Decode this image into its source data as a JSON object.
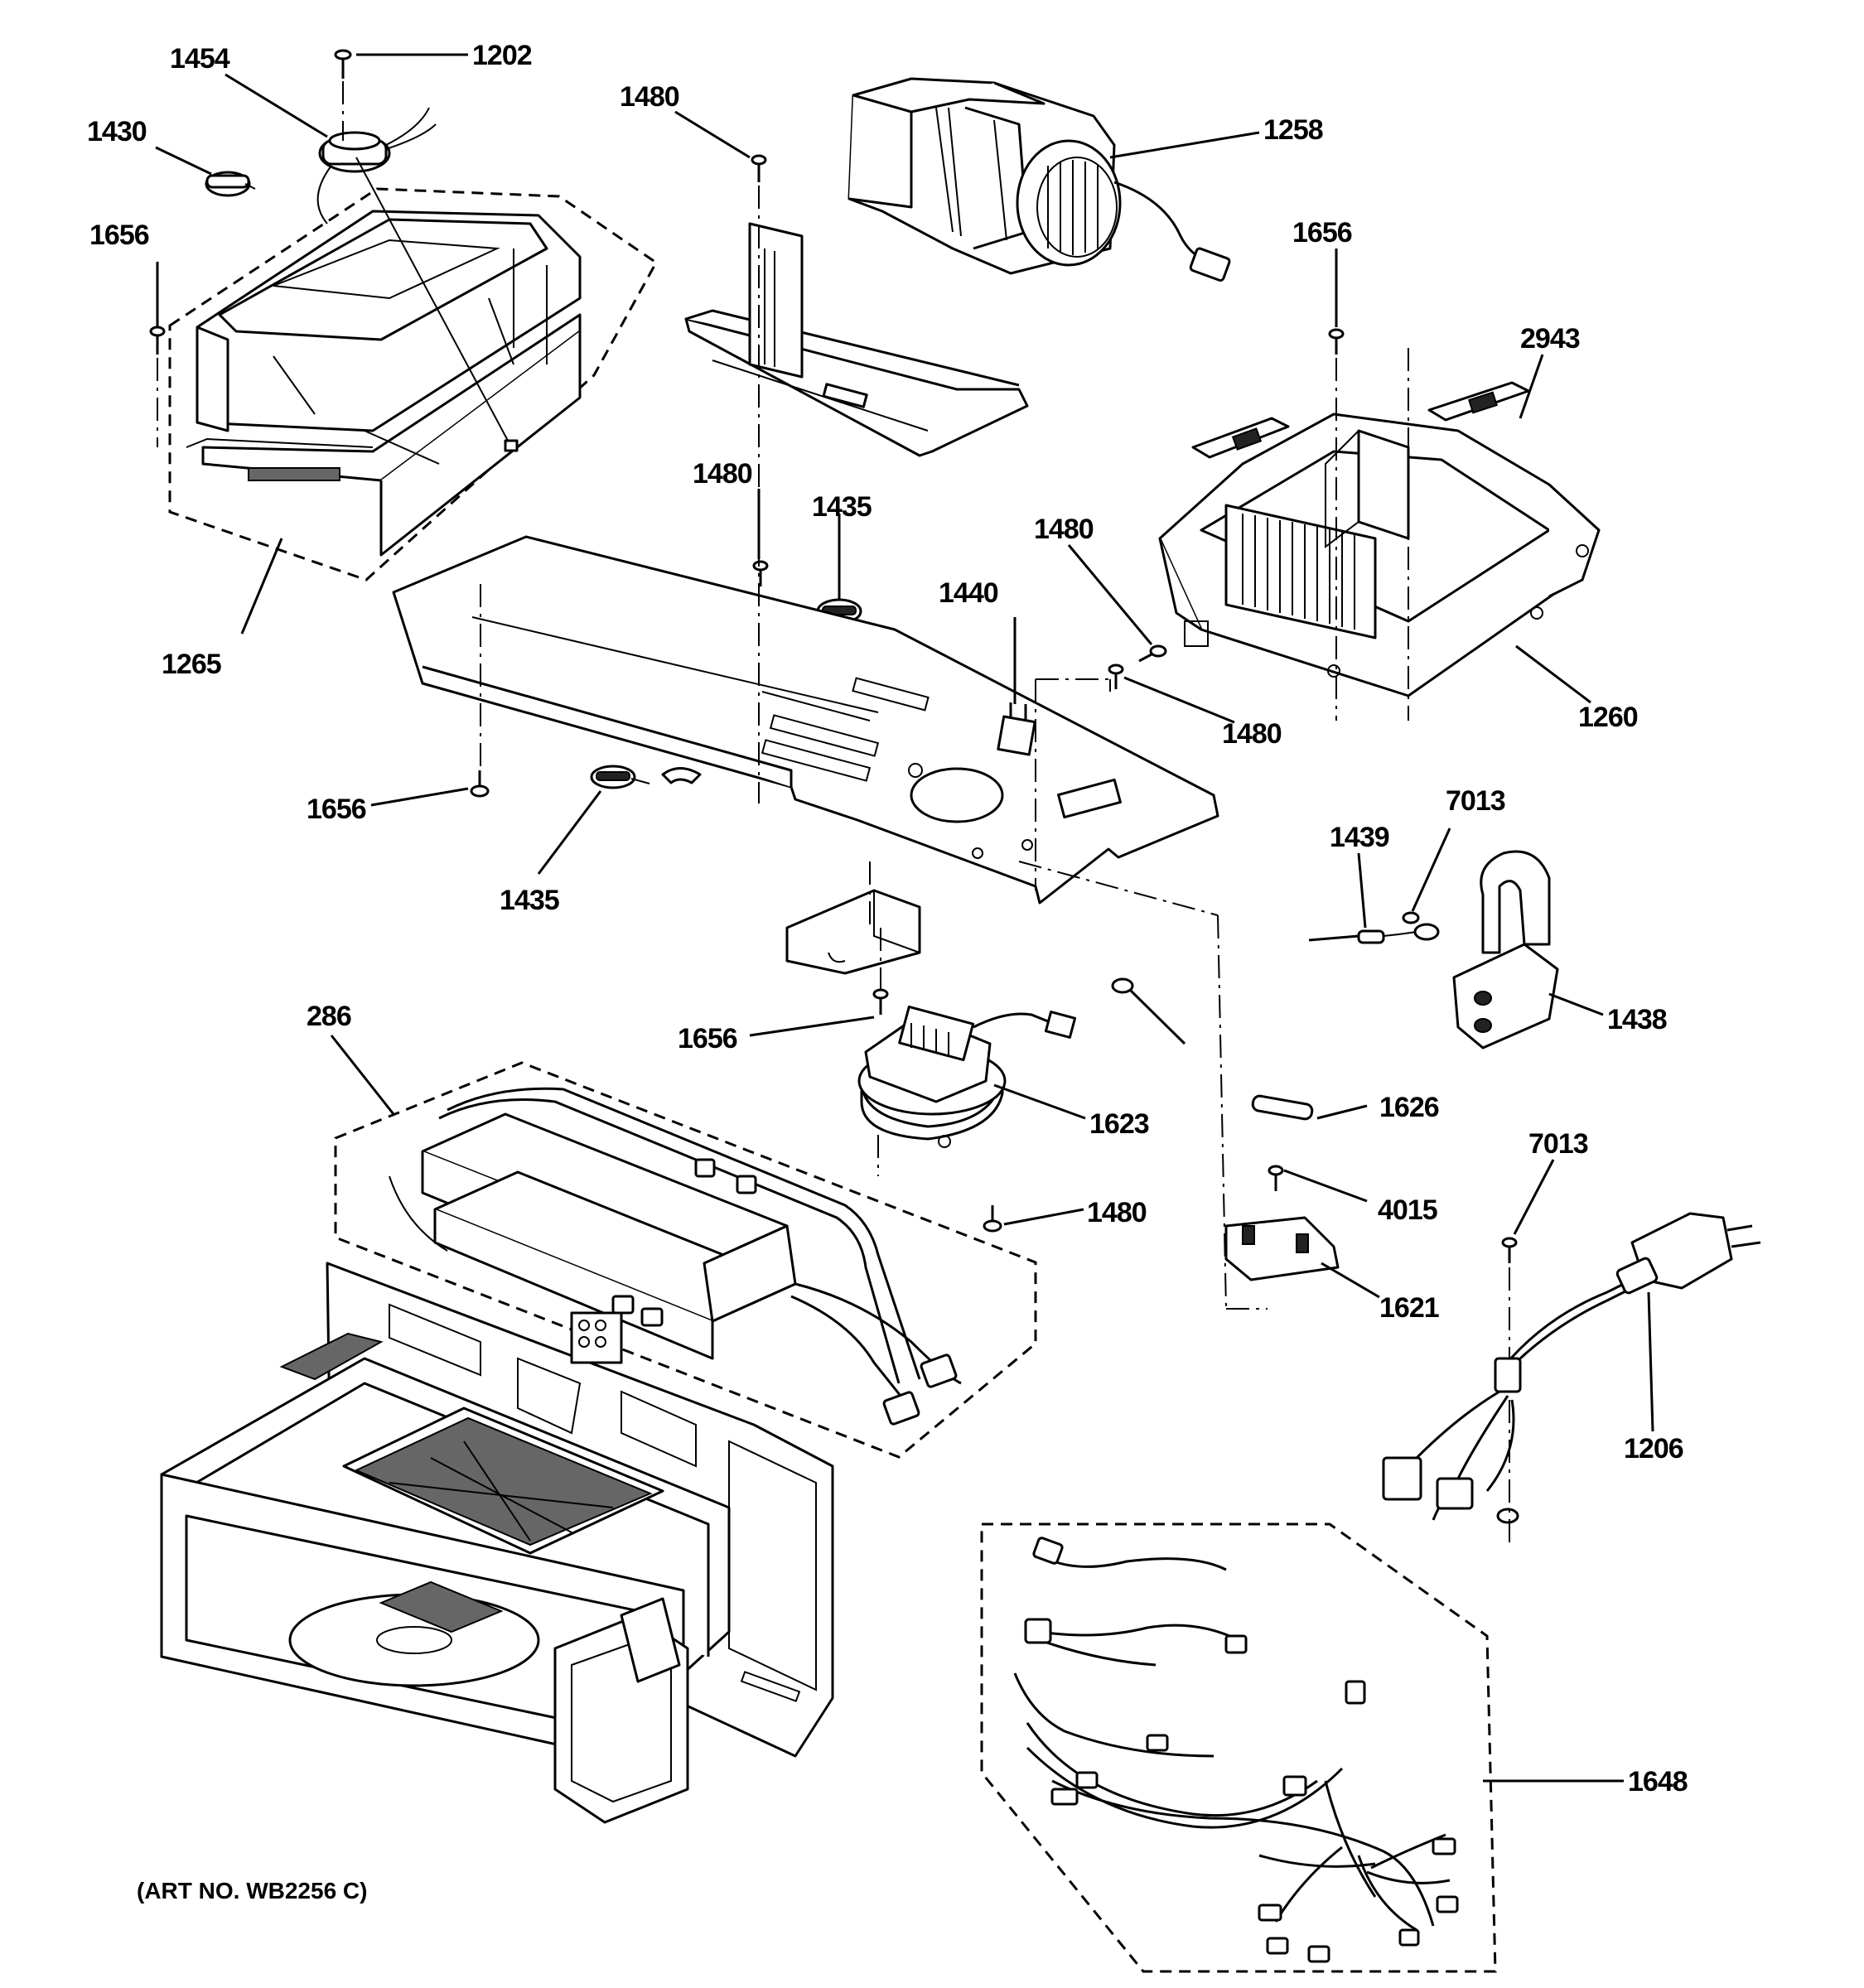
{
  "diagram": {
    "art_number": "(ART NO. WB2256 C)",
    "callouts": [
      {
        "id": "c-1454",
        "label": "1454"
      },
      {
        "id": "c-1202",
        "label": "1202"
      },
      {
        "id": "c-1430",
        "label": "1430"
      },
      {
        "id": "c-1656-a",
        "label": "1656"
      },
      {
        "id": "c-1265",
        "label": "1265"
      },
      {
        "id": "c-1480-a",
        "label": "1480"
      },
      {
        "id": "c-1258",
        "label": "1258"
      },
      {
        "id": "c-1656-b",
        "label": "1656"
      },
      {
        "id": "c-2943",
        "label": "2943"
      },
      {
        "id": "c-1480-b",
        "label": "1480"
      },
      {
        "id": "c-1435-a",
        "label": "1435"
      },
      {
        "id": "c-1480-c",
        "label": "1480"
      },
      {
        "id": "c-1440",
        "label": "1440"
      },
      {
        "id": "c-1480-d",
        "label": "1480"
      },
      {
        "id": "c-1260",
        "label": "1260"
      },
      {
        "id": "c-1656-c",
        "label": "1656"
      },
      {
        "id": "c-1435-b",
        "label": "1435"
      },
      {
        "id": "c-7013-a",
        "label": "7013"
      },
      {
        "id": "c-1439",
        "label": "1439"
      },
      {
        "id": "c-1438",
        "label": "1438"
      },
      {
        "id": "c-286",
        "label": "286"
      },
      {
        "id": "c-1656-d",
        "label": "1656"
      },
      {
        "id": "c-1623",
        "label": "1623"
      },
      {
        "id": "c-1626",
        "label": "1626"
      },
      {
        "id": "c-1480-e",
        "label": "1480"
      },
      {
        "id": "c-4015",
        "label": "4015"
      },
      {
        "id": "c-7013-b",
        "label": "7013"
      },
      {
        "id": "c-1621",
        "label": "1621"
      },
      {
        "id": "c-1206",
        "label": "1206"
      },
      {
        "id": "c-1648",
        "label": "1648"
      }
    ]
  }
}
